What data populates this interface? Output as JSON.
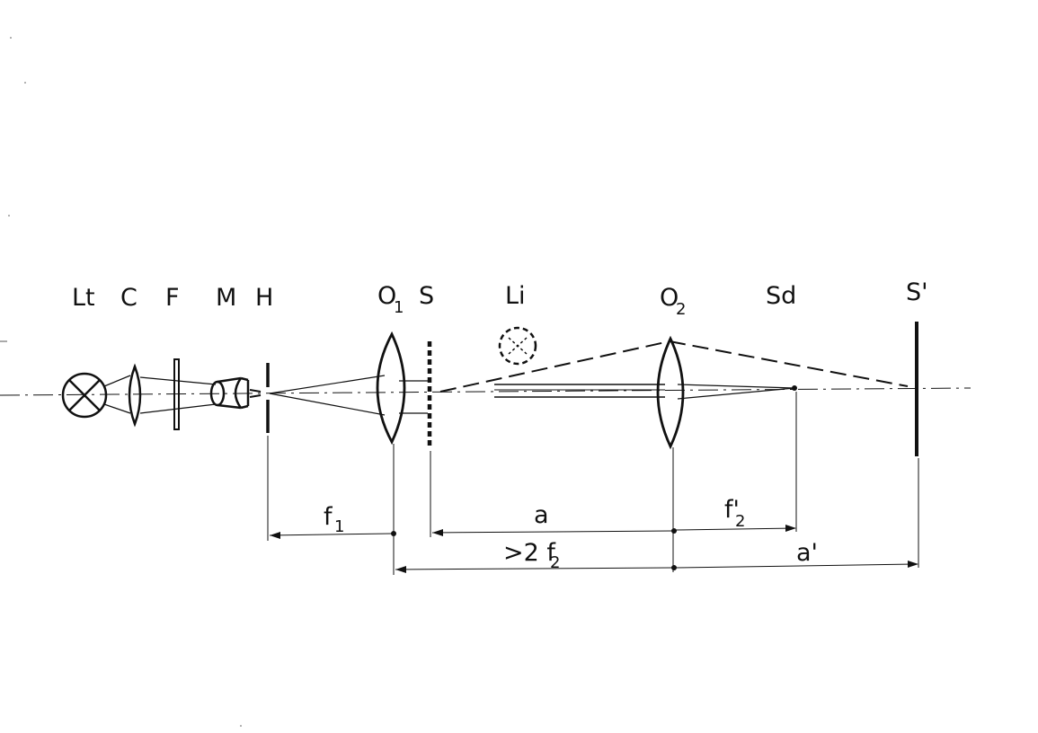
{
  "labels": {
    "lamp": "Lt",
    "condenser": "C",
    "filter": "F",
    "microscope": "M",
    "pinhole": "H",
    "objective1": "O",
    "objective1_sub": "1",
    "object_plane": "S",
    "lens_image": "Li",
    "objective2": "O",
    "objective2_sub": "2",
    "aperture_stop": "Sd",
    "screen": "S'"
  },
  "dimensions": {
    "f1": "f",
    "f1_sub": "1",
    "a": "a",
    "f2_prime": "f'",
    "f2_prime_sub": "2",
    "gt_2f2": ">2 f",
    "gt_2f2_sub": "2",
    "a_prime": "a'"
  }
}
